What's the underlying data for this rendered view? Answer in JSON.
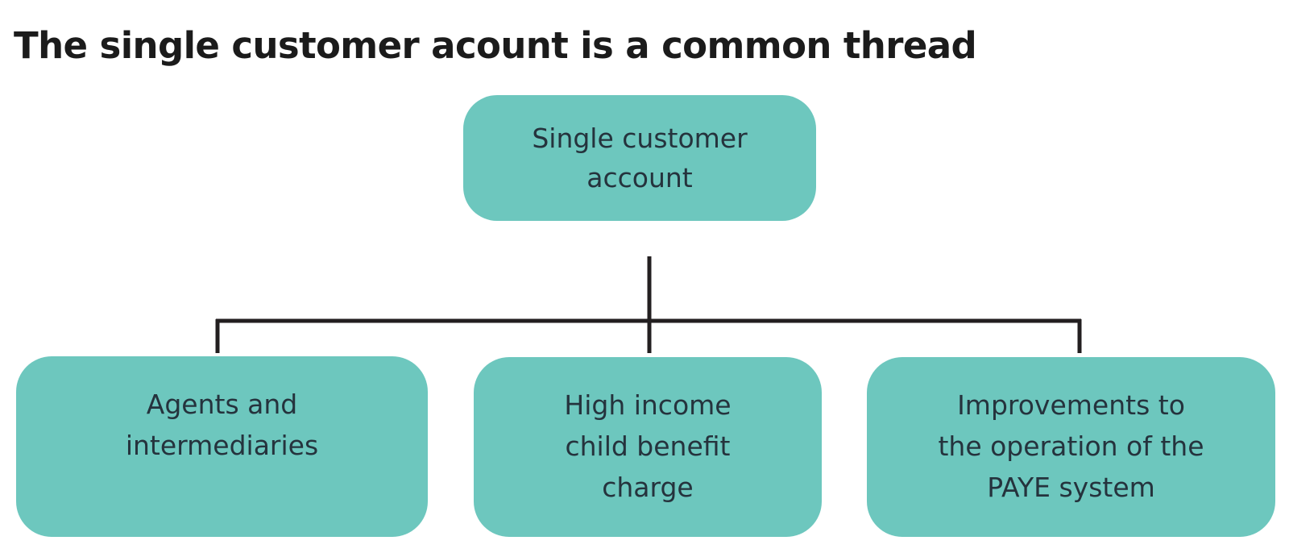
{
  "page": {
    "title": "The single customer acount is a common thread",
    "background_color": "#ffffff"
  },
  "theme": {
    "node_fill": "#6dc7be",
    "node_text_color": "#25333d",
    "title_color": "#1b1b1b",
    "connector_color": "#231f20"
  },
  "diagram": {
    "type": "tree",
    "root": {
      "id": "single-customer-account",
      "label": "Single customer\naccount"
    },
    "children": [
      {
        "id": "agents-and-intermediaries",
        "label": "Agents and\nintermediaries"
      },
      {
        "id": "high-income-child-benefit-charge",
        "label": "High income\nchild benefit\ncharge"
      },
      {
        "id": "improvements-to-paye",
        "label": "Improvements to\nthe operation of the\nPAYE system"
      }
    ]
  }
}
